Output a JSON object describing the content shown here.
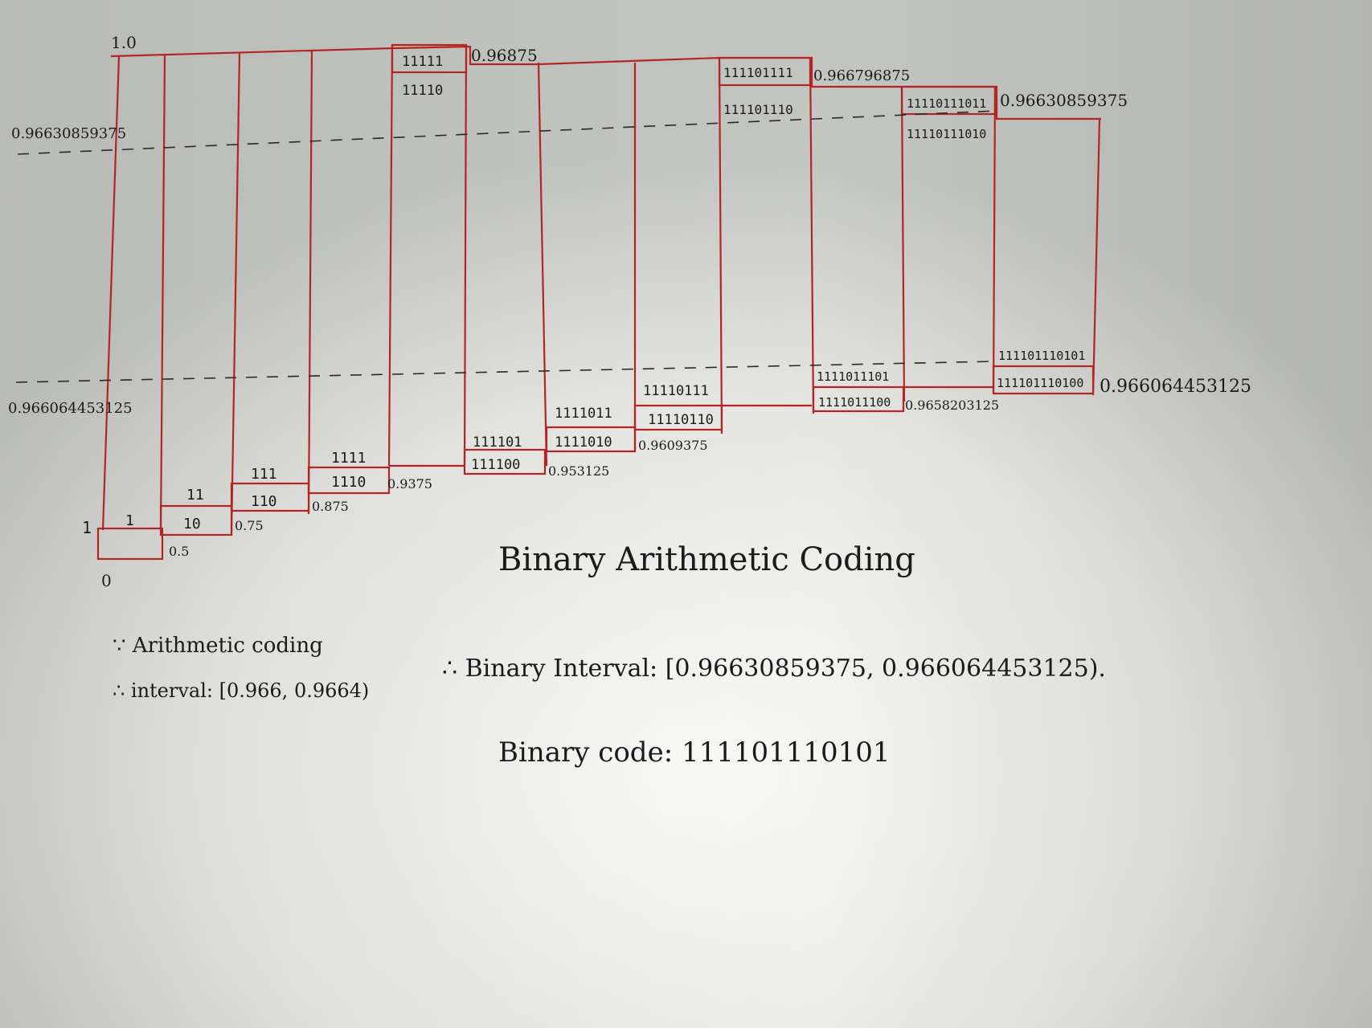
{
  "diagram": {
    "axis": {
      "top": "1.0",
      "bottom": "0"
    },
    "boundaries": {
      "upper_left": "0.9663085​9375",
      "lower_left": "0.96606445​3125",
      "upper_right": "0.96630859375",
      "lower_right": "0.966064453125"
    },
    "steps": [
      {
        "upper_code": "",
        "lower_code": "1",
        "lower_value": "",
        "side_mark": "1"
      },
      {
        "upper_code": "11",
        "lower_code": "10",
        "lower_value": "0.5",
        "side_mark": ""
      },
      {
        "upper_code": "111",
        "lower_code": "110",
        "lower_value": "0.75",
        "side_mark": ""
      },
      {
        "upper_code": "1111",
        "lower_code": "1110",
        "lower_value": "0.875",
        "side_mark": ""
      },
      {
        "upper_code": "11111",
        "lower_code": "11110",
        "lower_value": "0.9375",
        "upper_value": "0.96875"
      },
      {
        "upper_code": "111101",
        "lower_code": "111100",
        "lower_value": ""
      },
      {
        "upper_code": "1111011",
        "lower_code": "1111010",
        "lower_value": "0.953125"
      },
      {
        "upper_code": "11110111",
        "lower_code": "11110110",
        "lower_value": "0.9609375"
      },
      {
        "upper_code": "111101111",
        "lower_code": "111101110",
        "upper_value": "0.966796875"
      },
      {
        "upper_code": "1111011101",
        "lower_code": "1111011100",
        "lower_value": ""
      },
      {
        "upper_code": "11110111011",
        "lower_code": "11110111010",
        "upper_value": "0.96630859375",
        "lower_value": "0.96582​03125"
      },
      {
        "upper_code": "111101110101",
        "lower_code": "111101110100",
        "lower_value": "0.966064453125"
      }
    ]
  },
  "notes": {
    "arith_line1": "∵ Arithmetic coding",
    "arith_line2": "∴ interval: [0.966, 0.9664)",
    "title": "Binary Arithmetic Coding",
    "interval_line": "∴ Binary Interval: [0.96630859375, 0.966064453125).",
    "code_line": "Binary code: 111101110101"
  },
  "colors": {
    "ink_red": "#b52424",
    "pen_black": "#1b1b1b",
    "paper": "#d9dbd6"
  }
}
